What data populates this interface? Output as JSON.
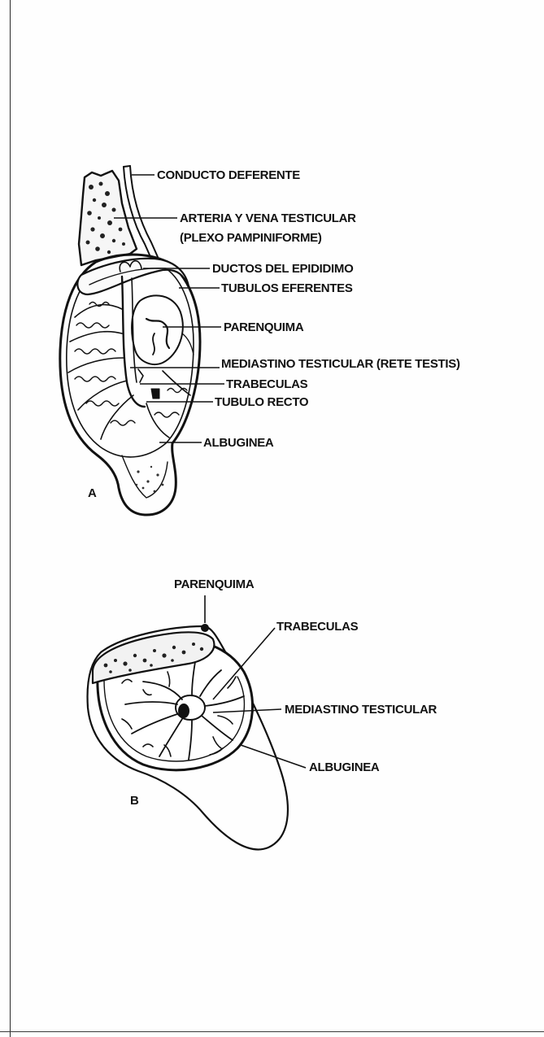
{
  "figure_a": {
    "letter": "A",
    "labels": {
      "conducto": "CONDUCTO DEFERENTE",
      "arteria_line1": "ARTERIA Y VENA TESTICULAR",
      "arteria_line2": "(PLEXO PAMPINIFORME)",
      "ductos": "DUCTOS DEL EPIDIDIMO",
      "tubulos": "TUBULOS EFERENTES",
      "parenquima": "PARENQUIMA",
      "mediastino": "MEDIASTINO TESTICULAR (RETE TESTIS)",
      "trabeculas": "TRABECULAS",
      "tubulo_recto": "TUBULO RECTO",
      "albuginea": "ALBUGINEA"
    }
  },
  "figure_b": {
    "letter": "B",
    "labels": {
      "parenquima": "PARENQUIMA",
      "trabeculas": "TRABECULAS",
      "mediastino": "MEDIASTINO TESTICULAR",
      "albuginea": "ALBUGINEA"
    }
  }
}
